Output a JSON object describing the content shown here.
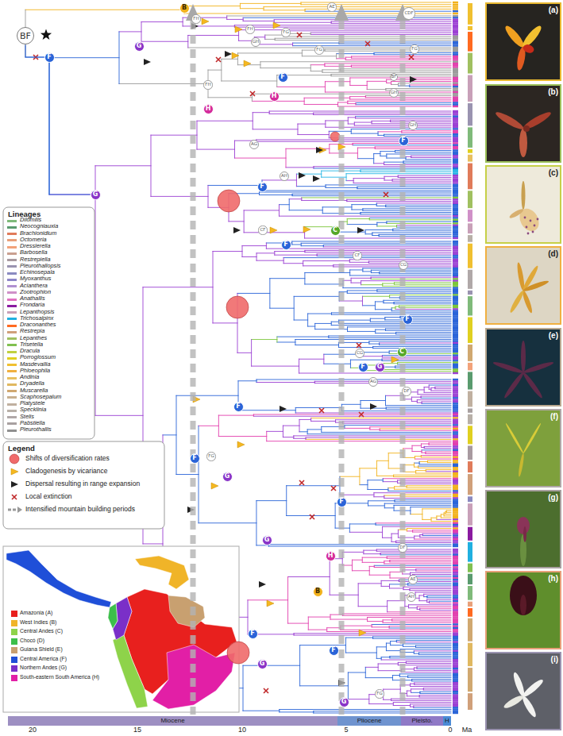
{
  "diagram": {
    "nodes": [
      {
        "text": [
          "BF"
        ]
      },
      {
        "text": [
          "F"
        ]
      },
      {
        "text": [
          "B"
        ]
      },
      {
        "text": [
          "FH"
        ]
      },
      {
        "text": [
          "AE"
        ]
      },
      {
        "text": [
          "CDF"
        ]
      },
      {
        "text": [
          "G"
        ]
      },
      {
        "text": [
          "FH"
        ]
      },
      {
        "text": [
          "FG"
        ]
      },
      {
        "text": [
          "GH"
        ]
      },
      {
        "text": [
          "FG"
        ]
      },
      {
        "text": [
          "FG"
        ]
      },
      {
        "text": [
          "FH"
        ]
      },
      {
        "text": [
          "F"
        ]
      },
      {
        "text": [
          "H"
        ]
      },
      {
        "text": [
          "BF"
        ]
      },
      {
        "text": [
          "GH"
        ]
      },
      {
        "text": [
          "H"
        ]
      },
      {
        "text": [
          "GH"
        ]
      },
      {
        "text": [
          "G"
        ]
      },
      {
        "text": [
          "AG"
        ]
      },
      {
        "text": [
          "F"
        ]
      },
      {
        "text": [
          "AH"
        ]
      },
      {
        "text": [
          "F"
        ]
      },
      {
        "text": [
          "CF"
        ]
      },
      {
        "text": [
          "C"
        ]
      },
      {
        "text": [
          "F"
        ]
      },
      {
        "text": [
          "CF"
        ]
      },
      {
        "text": [
          "CG"
        ]
      },
      {
        "text": [
          "F"
        ]
      },
      {
        "text": [
          "CG"
        ]
      },
      {
        "text": [
          "C"
        ]
      },
      {
        "text": [
          "F"
        ]
      },
      {
        "text": [
          "AG"
        ]
      },
      {
        "text": [
          "G"
        ]
      },
      {
        "text": [
          "DF"
        ]
      },
      {
        "text": [
          "F"
        ]
      },
      {
        "text": [
          "F"
        ]
      },
      {
        "text": [
          "FG"
        ]
      },
      {
        "text": [
          "G"
        ]
      },
      {
        "text": [
          "F"
        ]
      },
      {
        "text": [
          "G"
        ]
      },
      {
        "text": [
          "H"
        ]
      },
      {
        "text": [
          "DF"
        ]
      },
      {
        "text": [
          "AE"
        ]
      },
      {
        "text": [
          "B"
        ]
      },
      {
        "text": [
          "AH"
        ]
      },
      {
        "text": [
          "F"
        ]
      },
      {
        "text": [
          "G"
        ]
      },
      {
        "text": [
          "F"
        ]
      },
      {
        "text": [
          "FG"
        ]
      },
      {
        "text": [
          "G"
        ]
      },
      {
        "text": [
          "Miocene"
        ]
      },
      {
        "text": [
          "Pliocene"
        ]
      },
      {
        "text": [
          "Pleisto."
        ]
      },
      {
        "text": [
          "H"
        ]
      }
    ],
    "edges": [
      {
        "from": 0,
        "to": 1,
        "arrow": "none"
      },
      {
        "from": 1,
        "to": 19,
        "arrow": "none"
      }
    ],
    "labels": [
      "Lineages",
      "Legend",
      "20",
      "15",
      "10",
      "5",
      "0",
      "Ma",
      "(a)",
      "(b)",
      "(c)",
      "(d)",
      "(e)",
      "(f)",
      "(g)",
      "(h)",
      "(i)"
    ],
    "legend": [
      {
        "text": "Dilomilis",
        "color": "#7fba7a"
      },
      {
        "text": "Neocogniauxia",
        "color": "#5a9b6e"
      },
      {
        "text": "Brachionidium",
        "color": "#e07b5a"
      },
      {
        "text": "Octomeria",
        "color": "#e8a07a"
      },
      {
        "text": "Dresslerella",
        "color": "#f2a27a"
      },
      {
        "text": "Barbosella",
        "color": "#c9a090"
      },
      {
        "text": "Restrepiella",
        "color": "#a89aa0"
      },
      {
        "text": "Pleurothallopsis",
        "color": "#9a93b0"
      },
      {
        "text": "Echinosepala",
        "color": "#8a8ac0"
      },
      {
        "text": "Myoxanthus",
        "color": "#8e86c8"
      },
      {
        "text": "Acianthera",
        "color": "#b090d0"
      },
      {
        "text": "Zootrophion",
        "color": "#d090c8"
      },
      {
        "text": "Anathallis",
        "color": "#e070c0"
      },
      {
        "text": "Frondaria",
        "color": "#8a1aa0"
      },
      {
        "text": "Lepanthopsis",
        "color": "#c8a0b8"
      },
      {
        "text": "Trichosalpinx",
        "color": "#20b0e0"
      },
      {
        "text": "Draconanthes",
        "color": "#ff6a20"
      },
      {
        "text": "Restrepia",
        "color": "#d0a07a"
      },
      {
        "text": "Lepanthes",
        "color": "#a0c060"
      },
      {
        "text": "Trisetella",
        "color": "#80c050"
      },
      {
        "text": "Dracula",
        "color": "#c0d040"
      },
      {
        "text": "Porroglossum",
        "color": "#e0d020"
      },
      {
        "text": "Masdevallia",
        "color": "#f0c030"
      },
      {
        "text": "Phloeophila",
        "color": "#f0b040"
      },
      {
        "text": "Andinia",
        "color": "#e8c060"
      },
      {
        "text": "Dryadella",
        "color": "#e0b860"
      },
      {
        "text": "Muscarella",
        "color": "#d0a870"
      },
      {
        "text": "Scaphosepalum",
        "color": "#c8b090"
      },
      {
        "text": "Platystele",
        "color": "#c0b0a0"
      },
      {
        "text": "Specklinia",
        "color": "#b8b0a8"
      },
      {
        "text": "Stelis",
        "color": "#b0a8a8"
      },
      {
        "text": "Pabstiella",
        "color": "#a8a0a0"
      },
      {
        "text": "Pleurothallis",
        "color": "#909090"
      },
      {
        "text": "Shifts of diversification rates"
      },
      {
        "text": "Cladogenesis by vicariance"
      },
      {
        "text": "Dispersal resulting in range expansion"
      },
      {
        "text": "Local extinction"
      },
      {
        "text": "Intensified mountain building periods"
      },
      {
        "text": "Amazonia (A)",
        "color": "#e8201e"
      },
      {
        "text": "West Indies (B)",
        "color": "#f0b428"
      },
      {
        "text": "Central Andes (C)",
        "color": "#8ed34a"
      },
      {
        "text": "Chocó (D)",
        "color": "#3cbf4a"
      },
      {
        "text": "Guiana Shield (E)",
        "color": "#c8a070"
      },
      {
        "text": "Central America (F)",
        "color": "#1f4fd8"
      },
      {
        "text": "Northern Andes (G)",
        "color": "#7a2fc8"
      },
      {
        "text": "South-eastern South America (H)",
        "color": "#e21fa6"
      }
    ]
  }
}
